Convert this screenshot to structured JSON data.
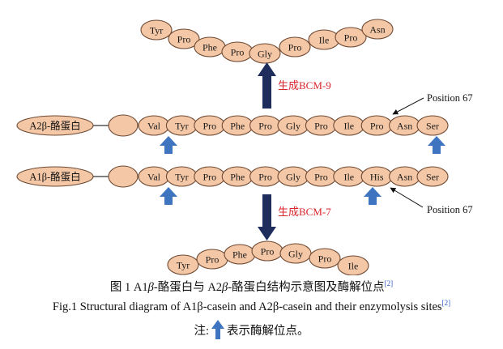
{
  "colors": {
    "bead_fill": "#f4c7a6",
    "bead_stroke": "#6e4a33",
    "cleavage_arrow": "#3e74c0",
    "process_arrow": "#1f2d5c",
    "process_label": "#d9262b"
  },
  "top_peptide": [
    "Tyr",
    "Pro",
    "Phe",
    "Pro",
    "Gly",
    "Pro",
    "Ile",
    "Pro",
    "Asn"
  ],
  "bcm9_label": "生成BCM-9",
  "a2_chain": {
    "label": "A2β-酪蛋白",
    "residues": [
      "Val",
      "Tyr",
      "Pro",
      "Phe",
      "Pro",
      "Gly",
      "Pro",
      "Ile",
      "Pro",
      "Asn",
      "Ser"
    ],
    "position_label": "Position 67"
  },
  "a1_chain": {
    "label": "A1β-酪蛋白",
    "residues": [
      "Val",
      "Tyr",
      "Pro",
      "Phe",
      "Pro",
      "Gly",
      "Pro",
      "Ile",
      "His",
      "Asn",
      "Ser"
    ],
    "position_label": "Position 67"
  },
  "bcm7_label": "生成BCM-7",
  "bottom_peptide": [
    "Tyr",
    "Pro",
    "Phe",
    "Pro",
    "Gly",
    "Pro",
    "Ile"
  ],
  "caption_cn": {
    "prefix": "图 1    A1",
    "beta1": "β",
    "mid": "-酪蛋白与 A2",
    "beta2": "β",
    "suffix": "-酪蛋白结构示意图及酶解位点",
    "ref": "[2]"
  },
  "caption_en": {
    "text": "Fig.1    Structural diagram of A1β-casein and A2β-casein and their enzymolysis sites",
    "ref": "[2]"
  },
  "note": {
    "prefix": "注:",
    "suffix": "表示酶解位点。",
    "icon": "up-arrow-icon"
  }
}
